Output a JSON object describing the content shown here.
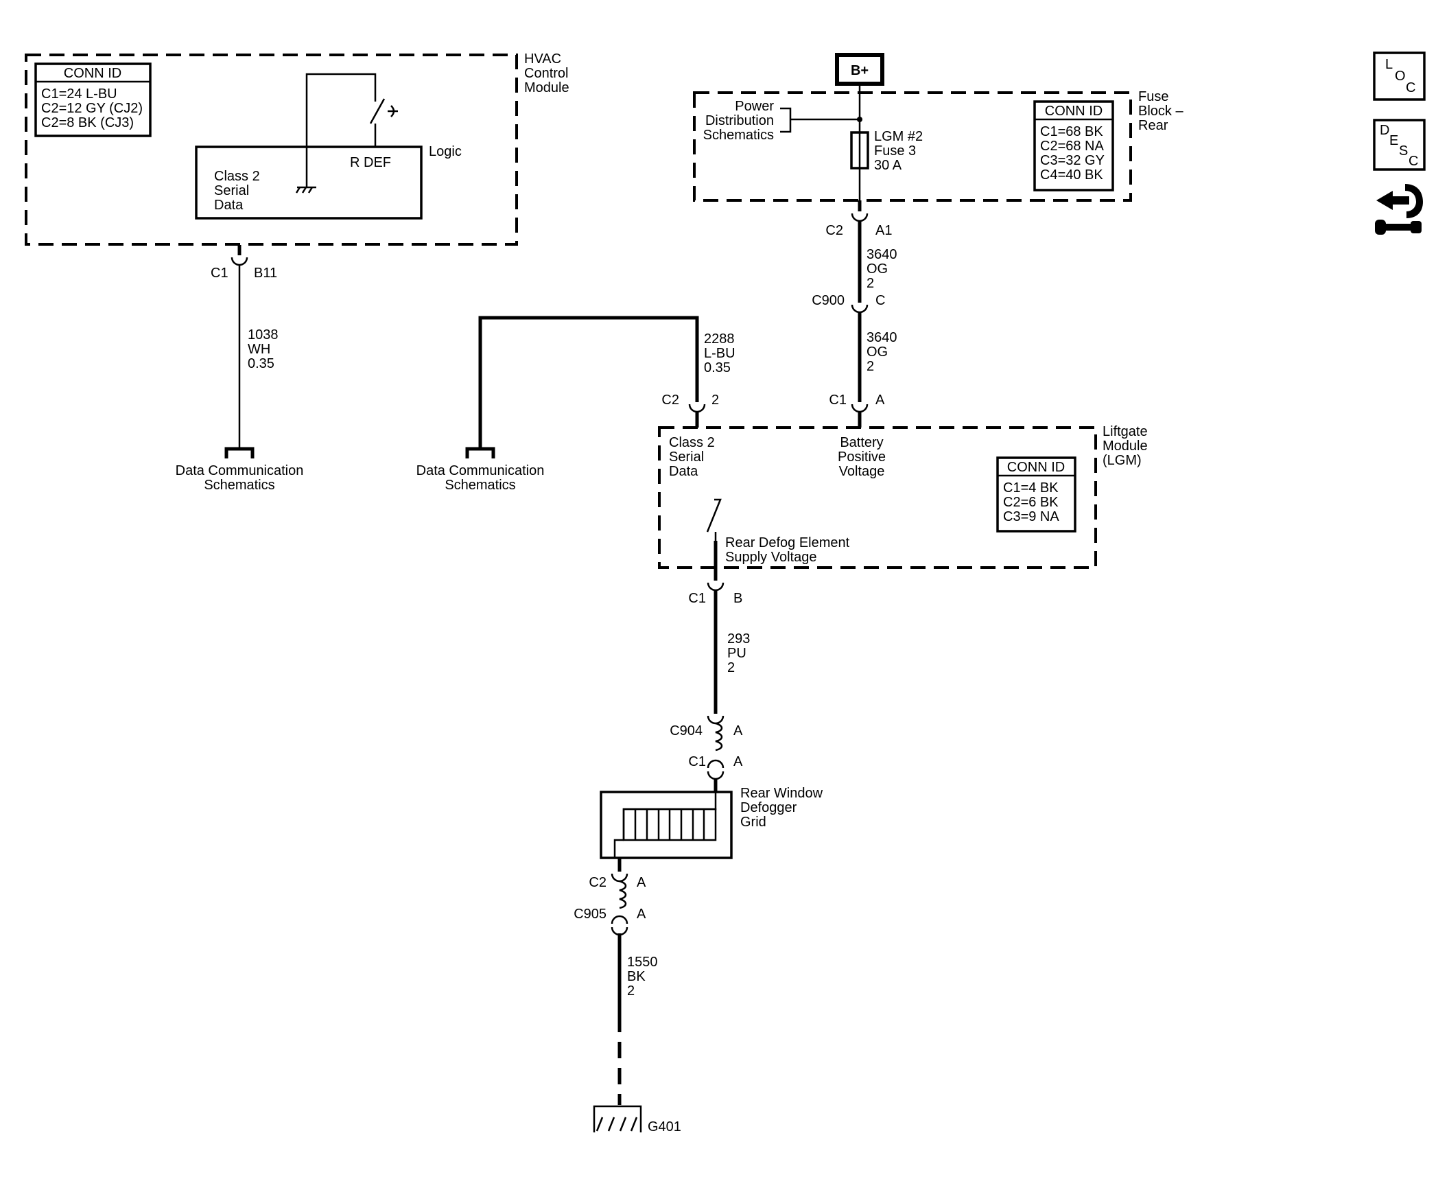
{
  "hvac": {
    "title": [
      "HVAC",
      "Control",
      "Module"
    ],
    "conn_header": "CONN ID",
    "conn": [
      "C1=24 L-BU",
      "C2=12 GY (CJ2)",
      "C2=8 BK (CJ3)"
    ],
    "logic_label": "Logic",
    "rdef_label": "R DEF",
    "class2": [
      "Class 2",
      "Serial",
      "Data"
    ]
  },
  "hvac_output": {
    "connector": "C1",
    "pin": "B11",
    "wire": [
      "1038",
      "WH",
      "0.35"
    ],
    "dest": [
      "Data Communication",
      "Schematics"
    ]
  },
  "fuse_block": {
    "battery": "B+",
    "title": [
      "Fuse",
      "Block –",
      "Rear"
    ],
    "power_dist": [
      "Power",
      "Distribution",
      "Schematics"
    ],
    "fuse": [
      "LGM #2",
      "Fuse 3",
      "30 A"
    ],
    "conn_header": "CONN ID",
    "conn": [
      "C1=68 BK",
      "C2=68 NA",
      "C3=32 GY",
      "C4=40 BK"
    ]
  },
  "feed": {
    "c2": "C2",
    "a1": "A1",
    "wire1": [
      "3640",
      "OG",
      "2"
    ],
    "c900": "C900",
    "c900_pin": "C",
    "wire2": [
      "3640",
      "OG",
      "2"
    ],
    "c1": "C1",
    "c1_pin": "A"
  },
  "data_link": {
    "wire": [
      "2288",
      "L-BU",
      "0.35"
    ],
    "connector": "C2",
    "pin": "2",
    "dest": [
      "Data Communication",
      "Schematics"
    ]
  },
  "lgm": {
    "title": [
      "Liftgate",
      "Module",
      "(LGM)"
    ],
    "class2": [
      "Class 2",
      "Serial",
      "Data"
    ],
    "battery": [
      "Battery",
      "Positive",
      "Voltage"
    ],
    "conn_header": "CONN ID",
    "conn": [
      "C1=4 BK",
      "C2=6 BK",
      "C3=9 NA"
    ],
    "defog_supply": [
      "Rear Defog Element",
      "Supply Voltage"
    ]
  },
  "defog_circuit": {
    "c1": "C1",
    "c1_pin": "B",
    "wire": [
      "293",
      "PU",
      "2"
    ],
    "c904": "C904",
    "c904_pin": "A",
    "c1b": "C1",
    "c1b_pin": "A",
    "grid": [
      "Rear Window",
      "Defogger",
      "Grid"
    ],
    "c2": "C2",
    "c2_pin": "A",
    "c905": "C905",
    "c905_pin": "A",
    "ground_wire": [
      "1550",
      "BK",
      "2"
    ],
    "ground": "G401"
  },
  "nav": {
    "loc": [
      "L",
      "O",
      "C"
    ],
    "desc": [
      "D",
      "E",
      "S",
      "C"
    ]
  }
}
